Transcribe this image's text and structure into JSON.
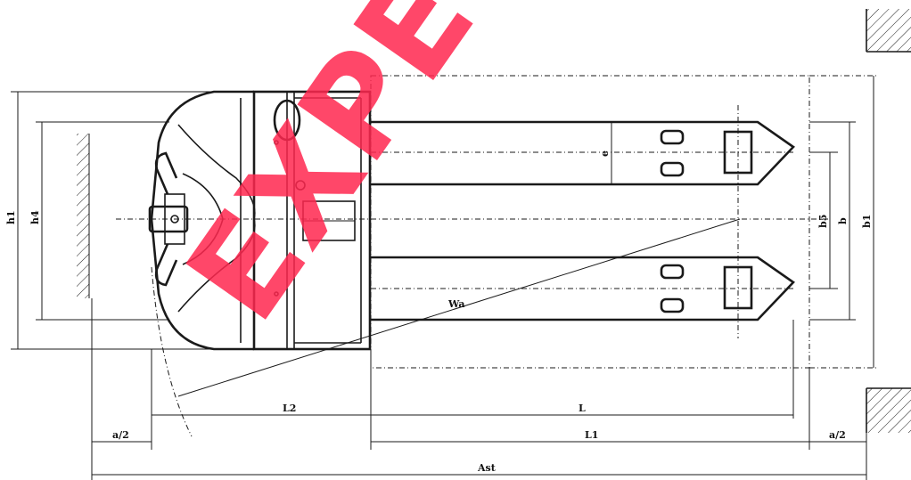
{
  "watermark": "EXPE",
  "colors": {
    "line": "#1a1a1a",
    "watermark": "#ff2850",
    "background": "#ffffff"
  },
  "labels": {
    "h1": "h1",
    "h4": "h4",
    "b5": "b5",
    "b": "b",
    "b1": "b1",
    "e": "e",
    "wa": "Wa",
    "l2": "L2",
    "l": "L",
    "l1": "L1",
    "a2_left": "a/2",
    "a2_right": "a/2",
    "ast": "Ast"
  }
}
